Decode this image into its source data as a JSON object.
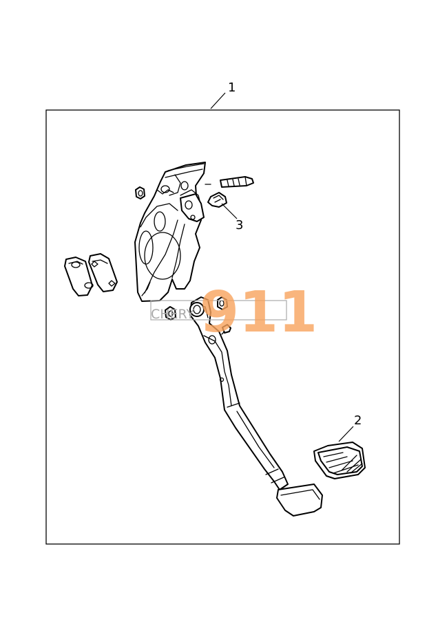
{
  "callouts": {
    "kit": "1",
    "pedal_pad": "2",
    "switch": "3"
  },
  "watermark": {
    "brand": "CHERY",
    "number": "911",
    "color": "#f7a35c"
  },
  "icons": [
    "pedal-bracket",
    "brake-pedal-arm",
    "pedal-pad",
    "brake-light-switch",
    "nut",
    "bolt",
    "gasket"
  ]
}
